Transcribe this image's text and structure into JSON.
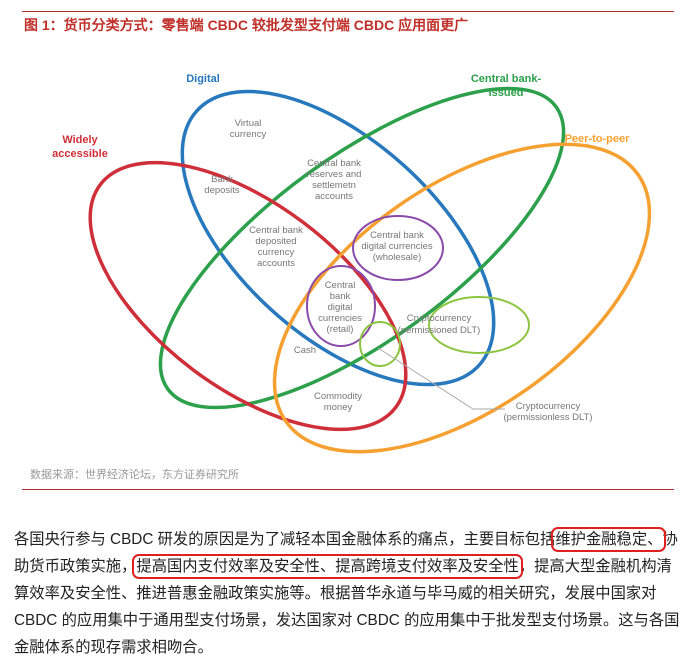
{
  "figure": {
    "title": "图 1：货币分类方式：零售端 CBDC 较批发型支付端 CBDC 应用面更广",
    "source": "数据来源：世界经济论坛，东方证券研究所"
  },
  "diagram": {
    "sets": [
      {
        "label_lines": [
          "Digital"
        ],
        "color": "#2878be"
      },
      {
        "label_lines": [
          "Central bank-",
          "issued"
        ],
        "color": "#2ca04a"
      },
      {
        "label_lines": [
          "Widely",
          "accessible"
        ],
        "color": "#cf2f38"
      },
      {
        "label_lines": [
          "Peer-to-peer"
        ],
        "color": "#f5a030"
      }
    ],
    "regions": {
      "virtual": [
        "Virtual",
        "currency"
      ],
      "bank_deposits": [
        "Bank",
        "deposits"
      ],
      "reserves": [
        "Central bank",
        "reserves and",
        "settlemetn",
        "accounts"
      ],
      "deposited": [
        "Central bank",
        "deposited",
        "currency",
        "accounts"
      ],
      "wholesale": [
        "Central bank",
        "digital currencies",
        "(wholesale)"
      ],
      "retail": [
        "Central",
        "bank",
        "digital",
        "currencies",
        "(retail)"
      ],
      "permissioned": [
        "Cryptocurrency",
        "(permissioned DLT)"
      ],
      "cash": [
        "Cash"
      ],
      "commodity": [
        "Commodity",
        "money"
      ],
      "permissionless": [
        "Cryptocurrency",
        "(permissionless DLT)"
      ]
    },
    "purple": "#8a4bab",
    "lightgreen": "#8cc640"
  },
  "paragraph": {
    "p1": "各国央行参与 CBDC 研发的原因是为了减轻本国金融体系的痛点，主要目标包括",
    "h1": "维护金融稳定、",
    "p2": "协助货币政策实施，",
    "h2": "提高国内支付效率及安全性、提高跨境支付效率及安全性",
    "p3": "，提高大型金融机构清算效率及安全性、推进普惠金融政策实施等。根据普华永道与毕马威的相关研究，发展中国家对 CBDC 的应用集中于通用型支付场景，发达国家对 CBDC 的应用集中于批发型支付场景。这与各国金融体系的现存需求相吻合。"
  }
}
